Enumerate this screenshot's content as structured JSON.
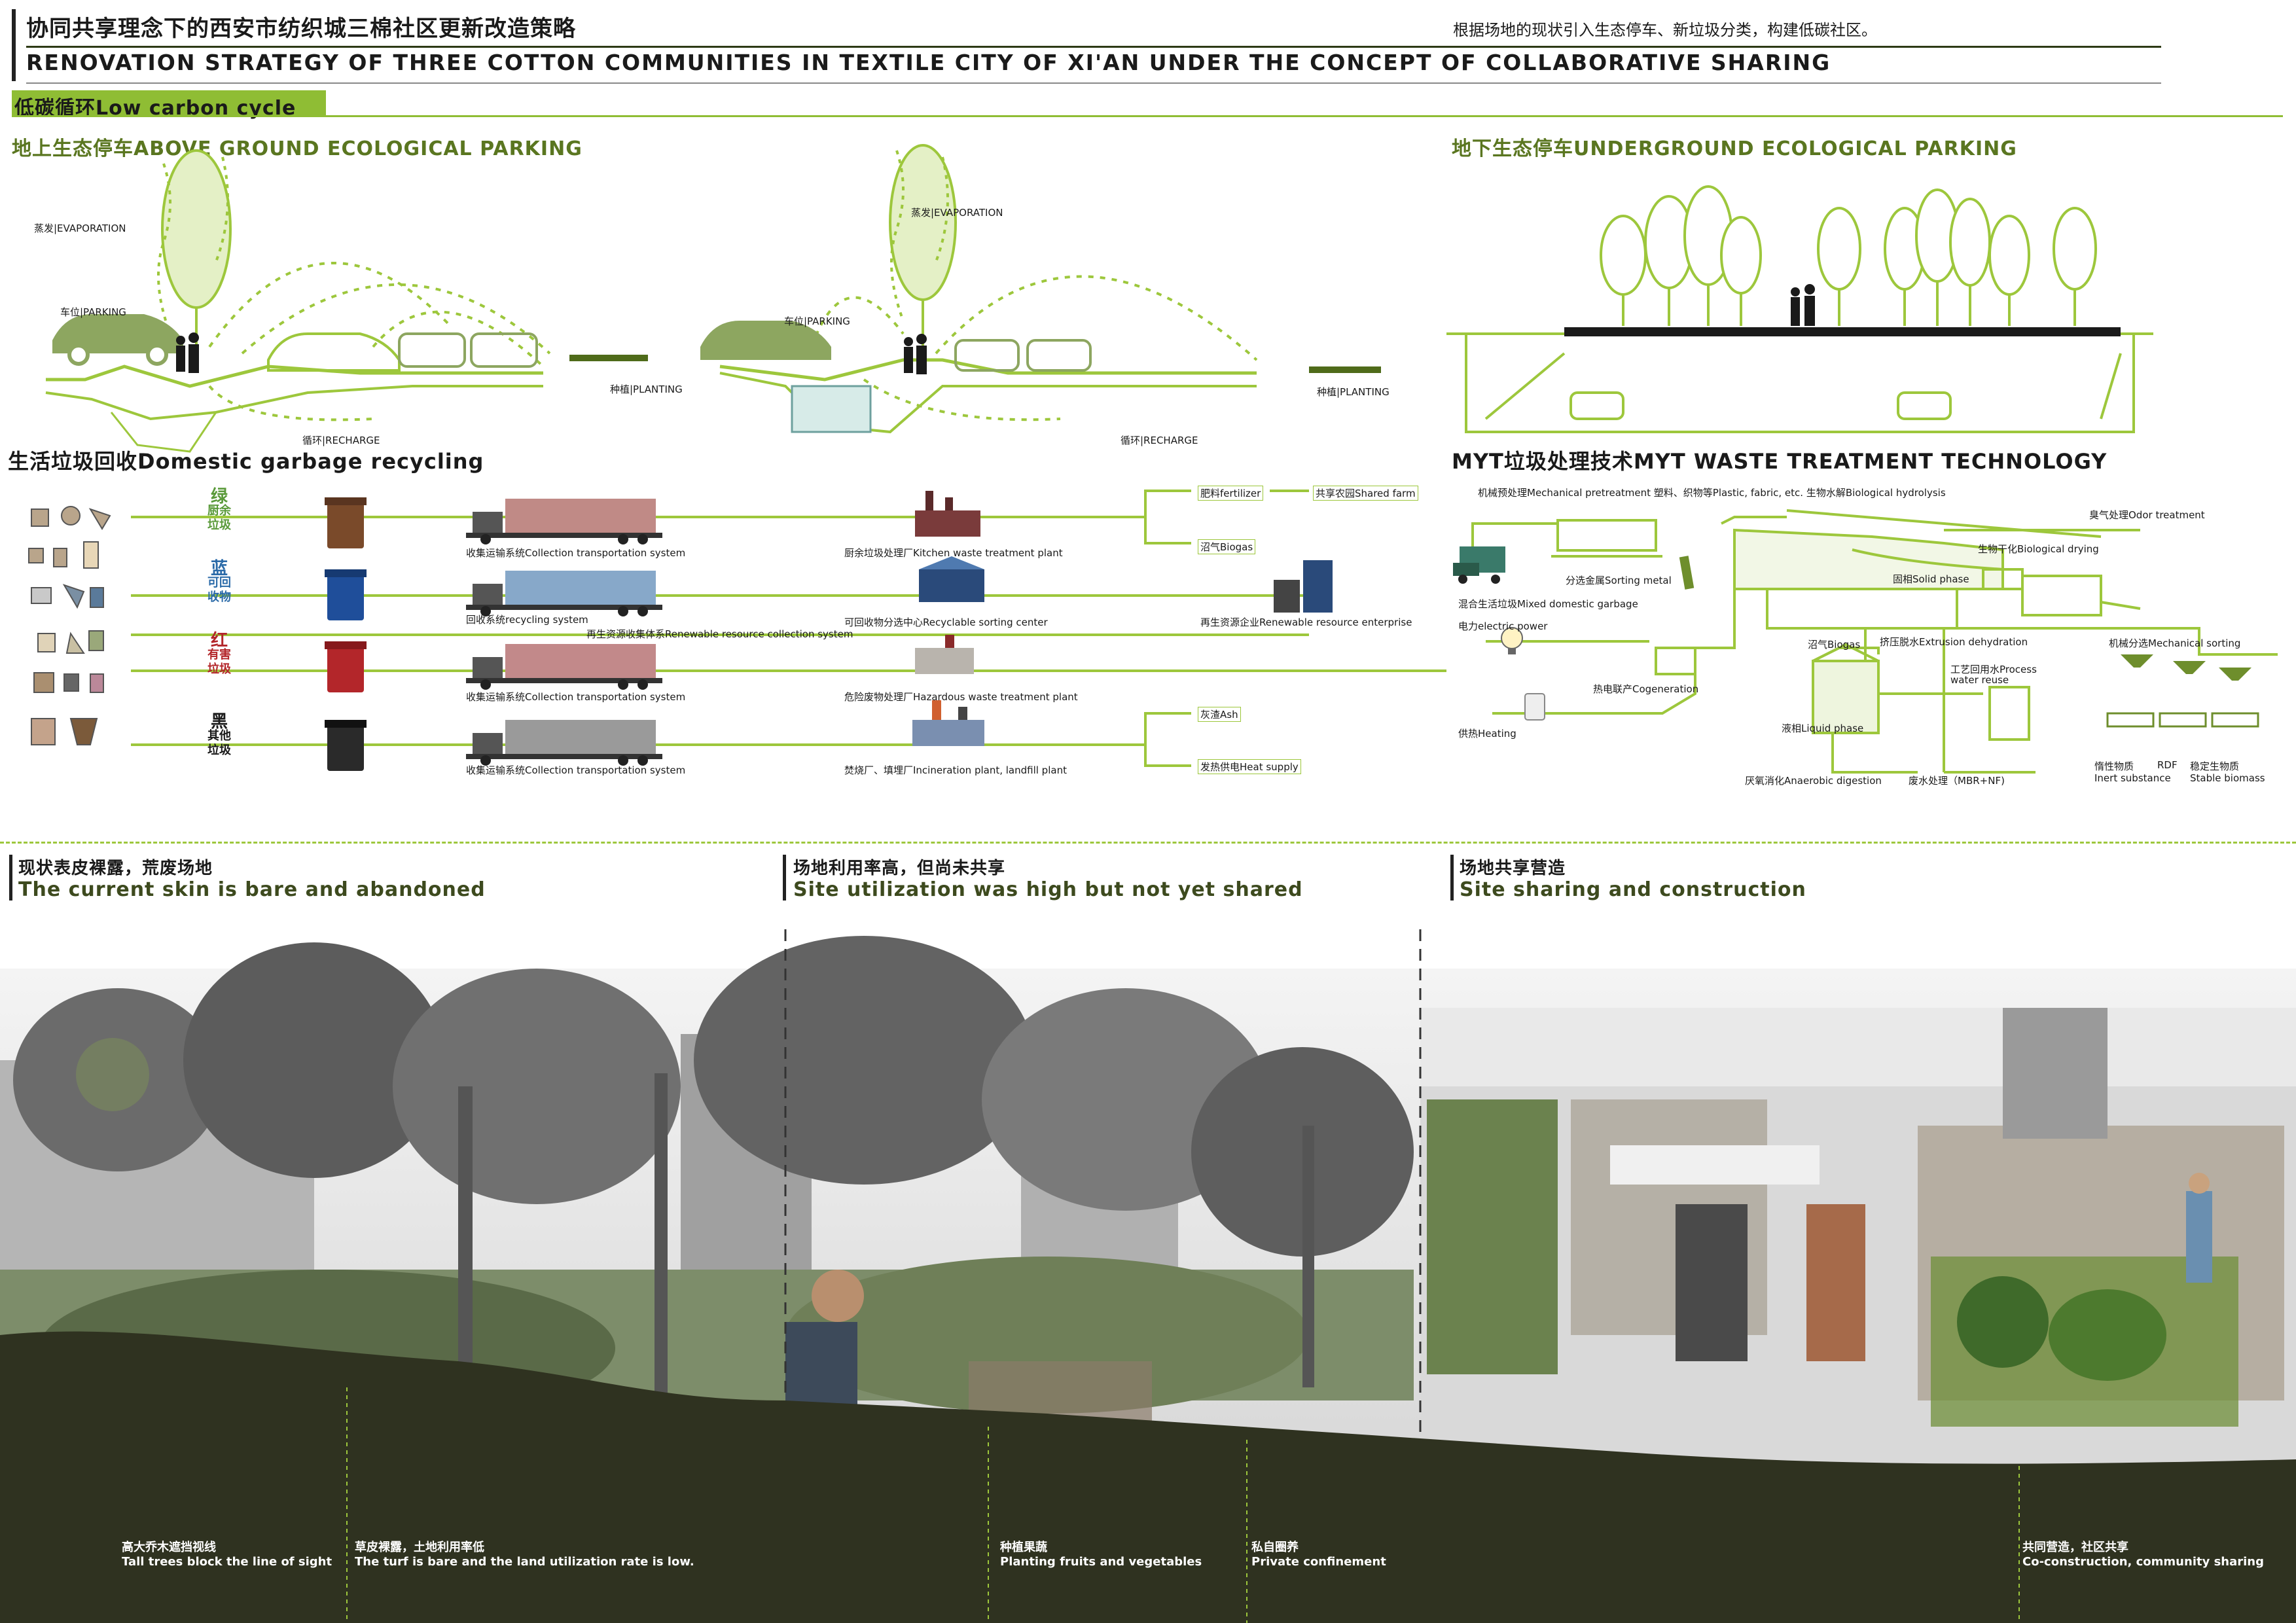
{
  "header": {
    "title_cn": "协同共享理念下的西安市纺织城三棉社区更新改造策略",
    "title_en": "RENOVATION STRATEGY OF THREE COTTON COMMUNITIES IN TEXTILE CITY OF XI'AN UNDER THE CONCEPT OF COLLABORATIVE SHARING",
    "note": "根据场地的现状引入生态停车、新垃圾分类，构建低碳社区。",
    "section": "低碳循环Low carbon cycle"
  },
  "above_parking": {
    "title": "地上生态停车ABOVE GROUND ECOLOGICAL PARKING",
    "evaporation": "蒸发|EVAPORATION",
    "parking": "车位|PARKING",
    "planting": "种植|PLANTING",
    "recharge": "循环|RECHARGE"
  },
  "under_parking": {
    "title": "地下生态停车UNDERGROUND ECOLOGICAL PARKING"
  },
  "garbage": {
    "title": "生活垃圾回收Domestic garbage recycling",
    "bins": [
      {
        "cn1": "绿",
        "cn2": "厨余",
        "cn3": "垃圾",
        "color": "#7a4a2a"
      },
      {
        "cn1": "蓝",
        "cn2": "可回",
        "cn3": "收物",
        "color": "#1f4e9a"
      },
      {
        "cn1": "红",
        "cn2": "有害",
        "cn3": "垃圾",
        "color": "#b3262a"
      },
      {
        "cn1": "黑",
        "cn2": "其他",
        "cn3": "垃圾",
        "color": "#2a2a2a"
      }
    ],
    "transport": [
      "收集运输系统Collection transportation system",
      "回收系统recycling system",
      "收集运输系统Collection transportation system",
      "收集运输系统Collection transportation system"
    ],
    "renewable_system": "再生资源收集体系Renewable resource collection system",
    "plants": [
      "厨余垃圾处理厂Kitchen waste treatment plant",
      "可回收物分选中心Recyclable sorting center",
      "危险废物处理厂Hazardous waste treatment plant",
      "焚烧厂、填埋厂Incineration plant, landfill plant"
    ],
    "outputs": {
      "fertilizer": "肥料fertilizer",
      "shared_farm": "共享农园Shared farm",
      "biogas": "沼气Biogas",
      "enterprise": "再生资源企业Renewable resource enterprise",
      "ash": "灰渣Ash",
      "heat": "发热供电Heat supply"
    }
  },
  "myt": {
    "title": "MYT垃圾处理技术MYT WASTE TREATMENT TECHNOLOGY",
    "mechanical": "机械预处理Mechanical pretreatment  塑料、织物等Plastic, fabric, etc.  生物水解Biological hydrolysis",
    "odor": "臭气处理Odor treatment",
    "drying": "生物干化Biological drying",
    "sorting_metal": "分选金属Sorting metal",
    "mixed": "混合生活垃圾Mixed domestic garbage",
    "electric": "电力electric power",
    "solid": "固相Solid phase",
    "biogas": "沼气Biogas",
    "extrusion": "挤压脱水Extrusion dehydration",
    "mech_sorting": "机械分选Mechanical sorting",
    "cogeneration": "热电联产Cogeneration",
    "process_water": "工艺回用水Process",
    "water_reuse": "water reuse",
    "heating": "供热Heating",
    "liquid": "液相Liquid phase",
    "anaerobic": "厌氧消化Anaerobic digestion",
    "wastewater": "废水处理（MBR+NF)",
    "inert_cn": "惰性物质",
    "inert_en": "Inert substance",
    "rdf_cn": "RDF",
    "stable_cn": "稳定生物质",
    "stable_en": "Stable biomass"
  },
  "photos": {
    "sec1_cn": "现状表皮裸露，荒废场地",
    "sec1_en": "The current skin is bare and abandoned",
    "sec2_cn": "场地利用率高，但尚未共享",
    "sec2_en": "Site utilization was high but not yet shared",
    "sec3_cn": "场地共享营造",
    "sec3_en": "Site sharing and construction",
    "captions": [
      {
        "cn": "高大乔木遮挡视线",
        "en": "Tall trees block the line of sight"
      },
      {
        "cn": "草皮裸露，土地利用率低",
        "en": "The turf is bare and the land utilization rate is low."
      },
      {
        "cn": "种植果蔬",
        "en": "Planting fruits and vegetables"
      },
      {
        "cn": "私自圈养",
        "en": "Private confinement"
      },
      {
        "cn": "共同营造，社区共享",
        "en": "Co-construction, community sharing"
      }
    ]
  },
  "colors": {
    "accent": "#9dc73c",
    "olive": "#6e8e2c",
    "dark": "#2d3a15"
  }
}
